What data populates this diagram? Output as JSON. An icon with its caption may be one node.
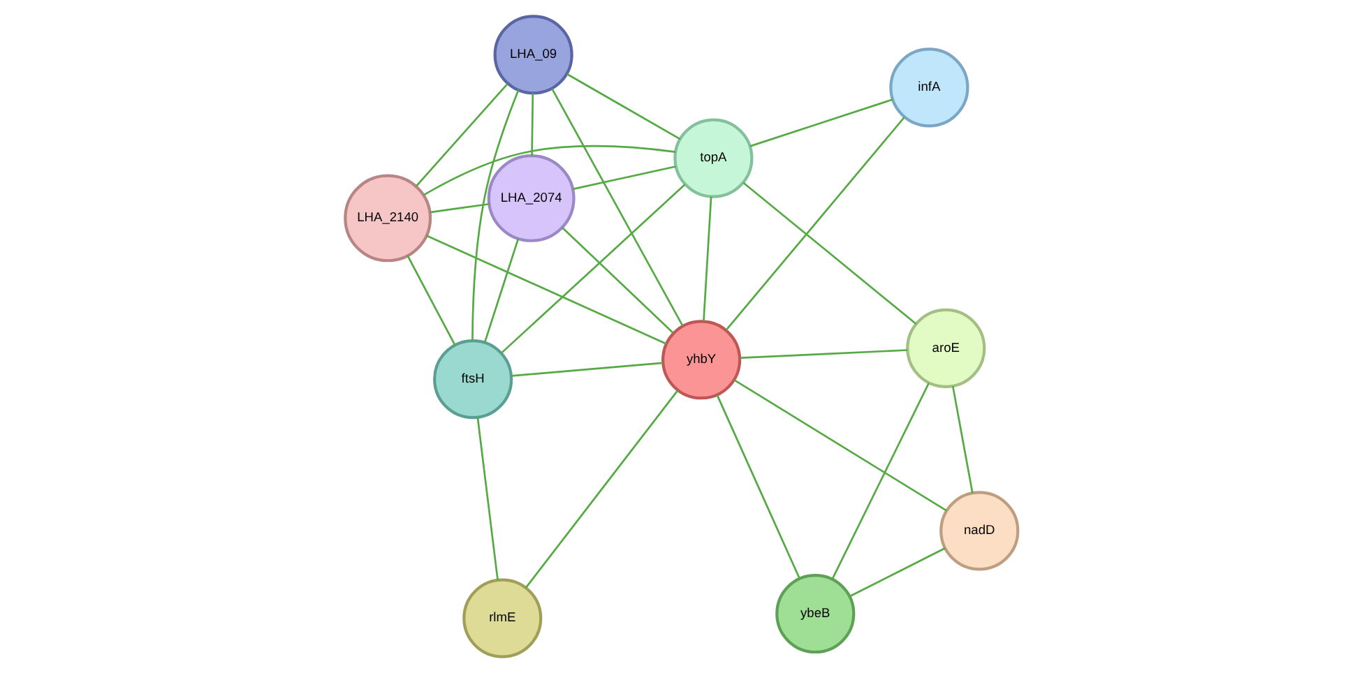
{
  "diagram": {
    "nodes": [
      {
        "text": [
          "rlmE"
        ]
      },
      {
        "text": [
          "infA"
        ]
      },
      {
        "text": [
          "ftsH"
        ]
      },
      {
        "text": [
          "topA"
        ]
      },
      {
        "text": [
          "LHA_2074"
        ]
      },
      {
        "text": [
          "yhbY"
        ]
      },
      {
        "text": [
          "LHA_2140"
        ]
      },
      {
        "text": [
          "aroE"
        ]
      },
      {
        "text": [
          "LHA_09"
        ]
      },
      {
        "text": [
          "nadD"
        ]
      },
      {
        "text": [
          "ybeB"
        ]
      }
    ],
    "edges": [
      {
        "from": 0,
        "to": 2,
        "arrow": "none"
      },
      {
        "from": 0,
        "to": 5,
        "arrow": "none"
      },
      {
        "from": 1,
        "to": 3,
        "arrow": "none"
      },
      {
        "from": 1,
        "to": 5,
        "arrow": "none"
      },
      {
        "from": 3,
        "to": 2,
        "arrow": "none"
      },
      {
        "from": 3,
        "to": 4,
        "arrow": "none"
      },
      {
        "from": 3,
        "to": 6,
        "arrow": "none"
      },
      {
        "from": 3,
        "to": 8,
        "arrow": "none"
      },
      {
        "from": 3,
        "to": 5,
        "arrow": "none"
      },
      {
        "from": 3,
        "to": 7,
        "arrow": "none"
      },
      {
        "from": 2,
        "to": 5,
        "arrow": "none"
      },
      {
        "from": 2,
        "to": 4,
        "arrow": "none"
      },
      {
        "from": 2,
        "to": 6,
        "arrow": "none"
      },
      {
        "from": 2,
        "to": 8,
        "arrow": "none"
      },
      {
        "from": 4,
        "to": 8,
        "arrow": "none"
      },
      {
        "from": 4,
        "to": 6,
        "arrow": "none"
      },
      {
        "from": 4,
        "to": 5,
        "arrow": "none"
      },
      {
        "from": 6,
        "to": 8,
        "arrow": "none"
      },
      {
        "from": 5,
        "to": 6,
        "arrow": "none"
      },
      {
        "from": 5,
        "to": 8,
        "arrow": "none"
      },
      {
        "from": 5,
        "to": 7,
        "arrow": "none"
      },
      {
        "from": 5,
        "to": 9,
        "arrow": "none"
      },
      {
        "from": 5,
        "to": 10,
        "arrow": "none"
      },
      {
        "from": 7,
        "to": 9,
        "arrow": "none"
      },
      {
        "from": 7,
        "to": 10,
        "arrow": "none"
      },
      {
        "from": 9,
        "to": 10,
        "arrow": "none"
      }
    ]
  }
}
